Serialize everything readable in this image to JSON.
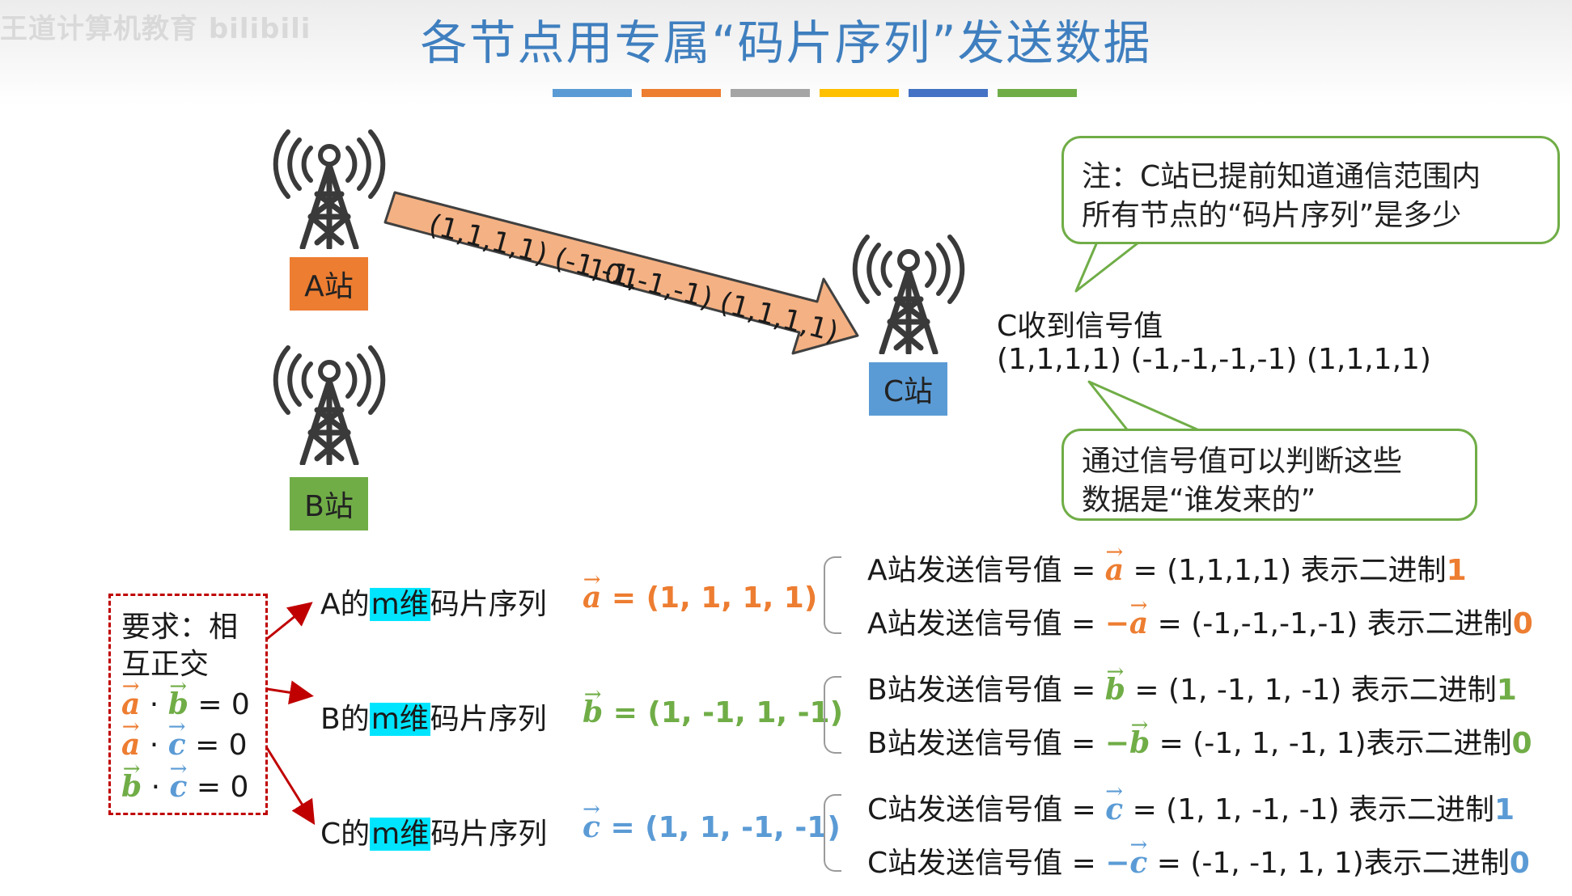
{
  "watermark": "王道计算机教育 bilibili",
  "title": "各节点用专属“码片序列”发送数据",
  "palette": [
    "#5b9bd5",
    "#ed7d31",
    "#a5a5a5",
    "#ffc000",
    "#4472c4",
    "#70ad47"
  ],
  "stations": {
    "a": "A站",
    "b": "B站",
    "c": "C站"
  },
  "arrow": {
    "chips": "(1,1,1,1) (-1,-1,-1,-1) (1,1,1,1)",
    "bits": "101"
  },
  "received": {
    "line1": "C收到信号值",
    "line2": "(1,1,1,1) (-1,-1,-1,-1) (1,1,1,1)"
  },
  "note_top": {
    "line1": "注：C站已提前知道通信范围内",
    "line2": "所有节点的“码片序列”是多少"
  },
  "note_bottom": {
    "line1": "通过信号值可以判断这些",
    "line2": "数据是“谁发来的”"
  },
  "requirement": {
    "line1": "要求：相",
    "line2": "互正交",
    "dot": "·",
    "eq": "= 0"
  },
  "vectors": {
    "a": "a",
    "b": "b",
    "c": "c"
  },
  "seq_labels": {
    "a_pre": "A的",
    "b_pre": "B的",
    "c_pre": "C的",
    "m": "m维",
    "post": "码片序列",
    "a_val": "= (1, 1, 1, 1)",
    "b_val": "= (1, -1, 1, -1)",
    "c_val": "= (1, 1, -1, -1)"
  },
  "signals": {
    "a1_pre": "A站发送信号值 =",
    "a1_mid": "=  (1,1,1,1) 表示二进制",
    "a1_bit": "1",
    "a0_pre": "A站发送信号值 =",
    "a0_mid": "= (-1,-1,-1,-1) 表示二进制",
    "a0_bit": "0",
    "b1_pre": "B站发送信号值 =",
    "b1_mid": "= (1, -1, 1, -1) 表示二进制",
    "b1_bit": "1",
    "b0_pre": "B站发送信号值 =",
    "b0_mid": "= (-1, 1, -1, 1)表示二进制",
    "b0_bit": "0",
    "c1_pre": "C站发送信号值 =",
    "c1_mid": "= (1, 1, -1, -1) 表示二进制",
    "c1_bit": "1",
    "c0_pre": "C站发送信号值 =",
    "c0_mid": "= (-1, -1, 1, 1)表示二进制",
    "c0_bit": "0",
    "neg": "−"
  }
}
